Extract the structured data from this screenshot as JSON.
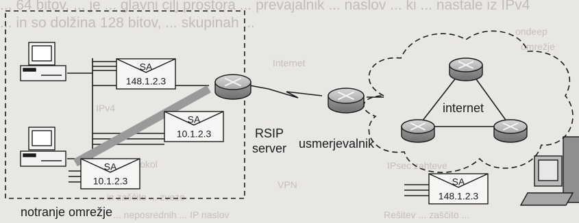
{
  "background_text": {
    "line1": "... 64 bitov, ... je ... glavni cilj prostora ... prevajalnik ... naslov ... ki ... nastale iz IPv4",
    "line2": "... in so dolžina 128 bitov, ... skupinah ... ",
    "right1": "ondeep",
    "right2": "omrežje",
    "internet": "Internet",
    "ipv4": "IPv4",
    "protokol": "protokol",
    "vpn": "VPN",
    "ipsec": "IPsec zahteve",
    "bottom1": "... in zaščito ... zveze",
    "bottom2": "... neposrednih ... IP naslov",
    "bottom3": "Rešitev ... zaščito ... "
  },
  "packets": [
    {
      "type": "SA",
      "address": "148.1.2.3"
    },
    {
      "type": "SA",
      "address": "10.1.2.3"
    },
    {
      "type": "SA",
      "address": "10.1.2.3"
    },
    {
      "type": "SA",
      "address": "148.1.2.3"
    }
  ],
  "labels": {
    "rsip_line1": "RSIP",
    "rsip_line2": "server",
    "router": "usmerjevalnik",
    "cloud": "internet",
    "internal": "notranje omrežje"
  },
  "colors": {
    "ink": "#1a1a1a",
    "router_fill": "#b0b0b0",
    "tunnel": "#9a9a9a",
    "paper": "#e9e7e4"
  }
}
